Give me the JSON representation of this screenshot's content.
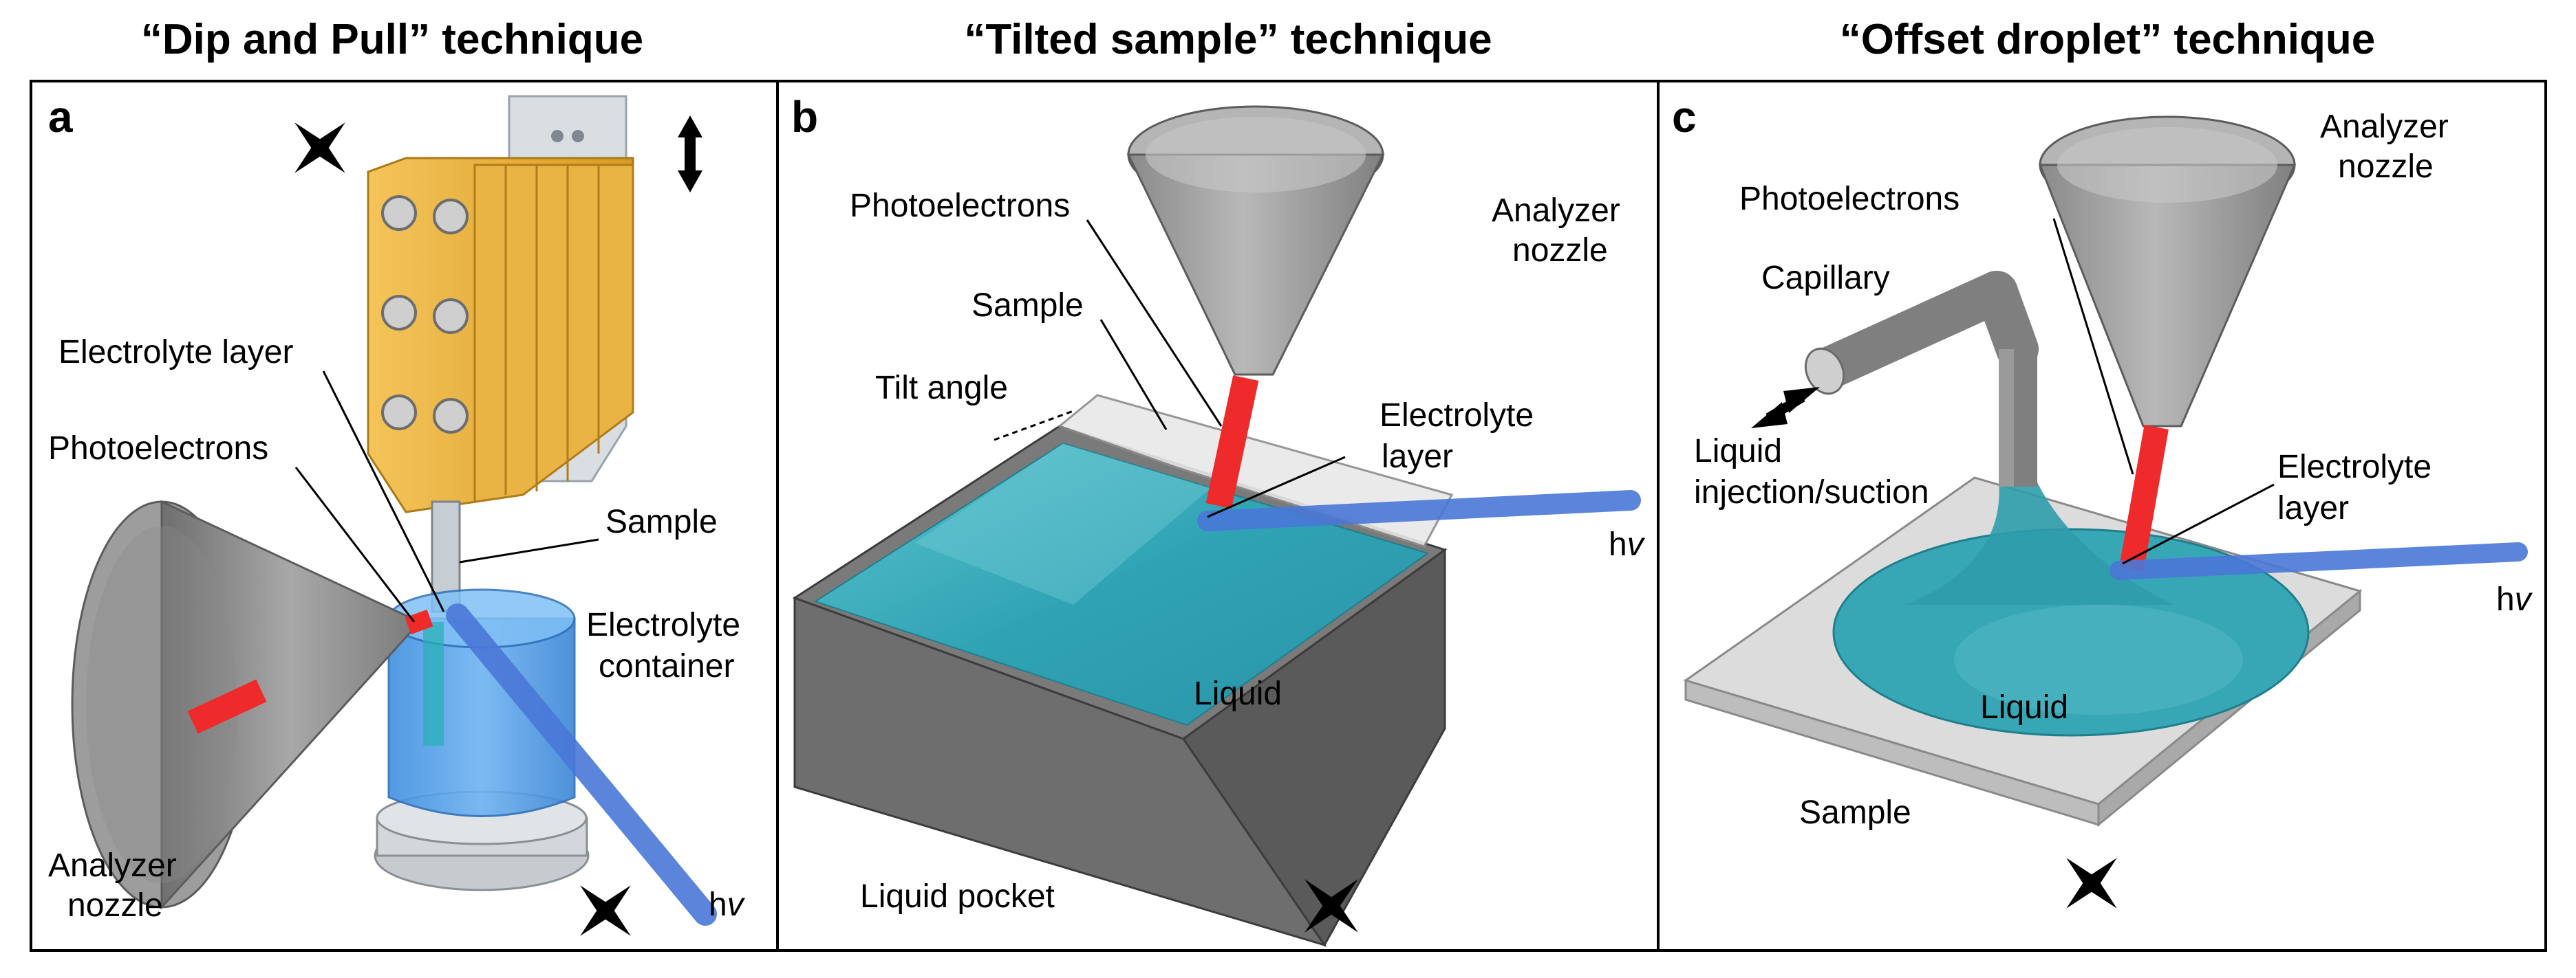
{
  "titles": {
    "a": "“Dip and Pull” technique",
    "b": "“Tilted sample” technique",
    "c": "“Offset droplet” technique"
  },
  "panel_letters": {
    "a": "a",
    "b": "b",
    "c": "c"
  },
  "panel_a": {
    "electrolyte_layer": "Electrolyte layer",
    "photoelectrons": "Photoelectrons",
    "sample": "Sample",
    "electrolyte_container_1": "Electrolyte",
    "electrolyte_container_2": "container",
    "analyzer_1": "Analyzer",
    "analyzer_2": "nozzle",
    "hv_h": "h",
    "hv_v": "v"
  },
  "panel_b": {
    "photoelectrons": "Photoelectrons",
    "analyzer_1": "Analyzer",
    "analyzer_2": "nozzle",
    "sample": "Sample",
    "tilt_angle": "Tilt angle",
    "electrolyte_1": "Electrolyte",
    "electrolyte_2": "layer",
    "liquid": "Liquid",
    "liquid_pocket": "Liquid pocket",
    "hv_h": "h",
    "hv_v": "v"
  },
  "panel_c": {
    "analyzer_1": "Analyzer",
    "analyzer_2": "nozzle",
    "photoelectrons": "Photoelectrons",
    "capillary": "Capillary",
    "liquid_inj_1": "Liquid",
    "liquid_inj_2": "injection/suction",
    "electrolyte_1": "Electrolyte",
    "electrolyte_2": "layer",
    "liquid": "Liquid",
    "sample": "Sample",
    "hv_h": "h",
    "hv_v": "v"
  },
  "colors": {
    "beam_blue": "#4a78d8",
    "electron_red": "#ee2a2a",
    "liquid_teal": "#2fa9b8",
    "holder_gold": "#e7b23c",
    "cone_gray": "#8f8f8f",
    "container_blue": "#3b8ee6"
  }
}
